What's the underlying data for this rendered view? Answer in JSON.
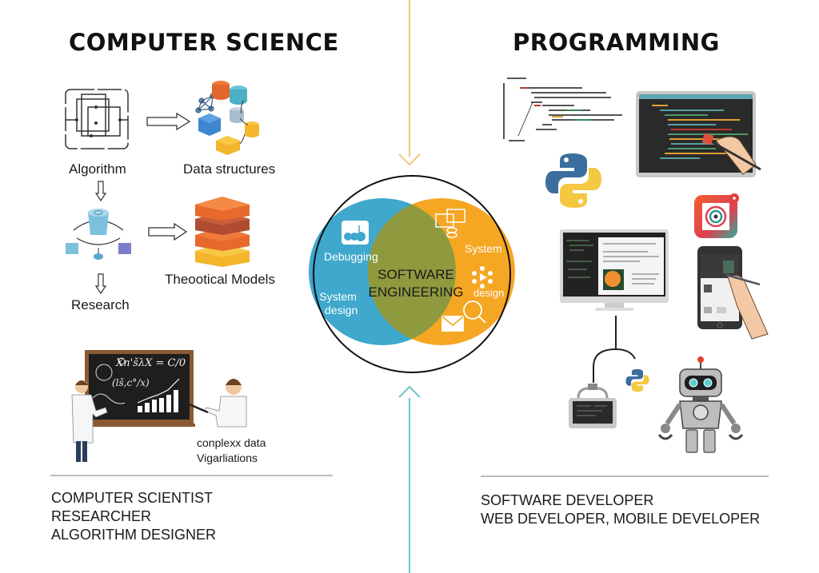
{
  "left_panel": {
    "title": "COMPUTER SCIENCE",
    "labels": {
      "algorithm": "Algorithm",
      "data_structures": "Data structures",
      "theoretical_models": "Theootical Models",
      "research": "Research",
      "chalkboard_caption_line1": "conplexx data",
      "chalkboard_caption_line2": "Vigarliations",
      "chalkboard_formula_1": "Xn'šλX = C/0",
      "chalkboard_formula_2": "(lš,c°/x)"
    },
    "roles": [
      "COMPUTER SCIENTIST",
      "RESEARCHER",
      "ALGORITHM DESIGNER"
    ]
  },
  "center": {
    "venn_title_line1": "SOFTWARE",
    "venn_title_line2": "ENGINEERING",
    "left_circle": {
      "label_top": "Debugging",
      "label_bottom_1": "System",
      "label_bottom_2": "design",
      "color": "#3fa8cc"
    },
    "right_circle": {
      "label_top": "System",
      "label_bottom": "design",
      "color": "#f5a623"
    },
    "overlap_color": "#8f9a3e",
    "arrow_top_color": "#f0c878",
    "arrow_bottom_color": "#6cc4cc"
  },
  "right_panel": {
    "title": "PROGRAMMING",
    "roles": [
      "SOFTWARE DEVELOPER",
      "WEB DEVELOPER, MOBILE DEVELOPER"
    ]
  }
}
